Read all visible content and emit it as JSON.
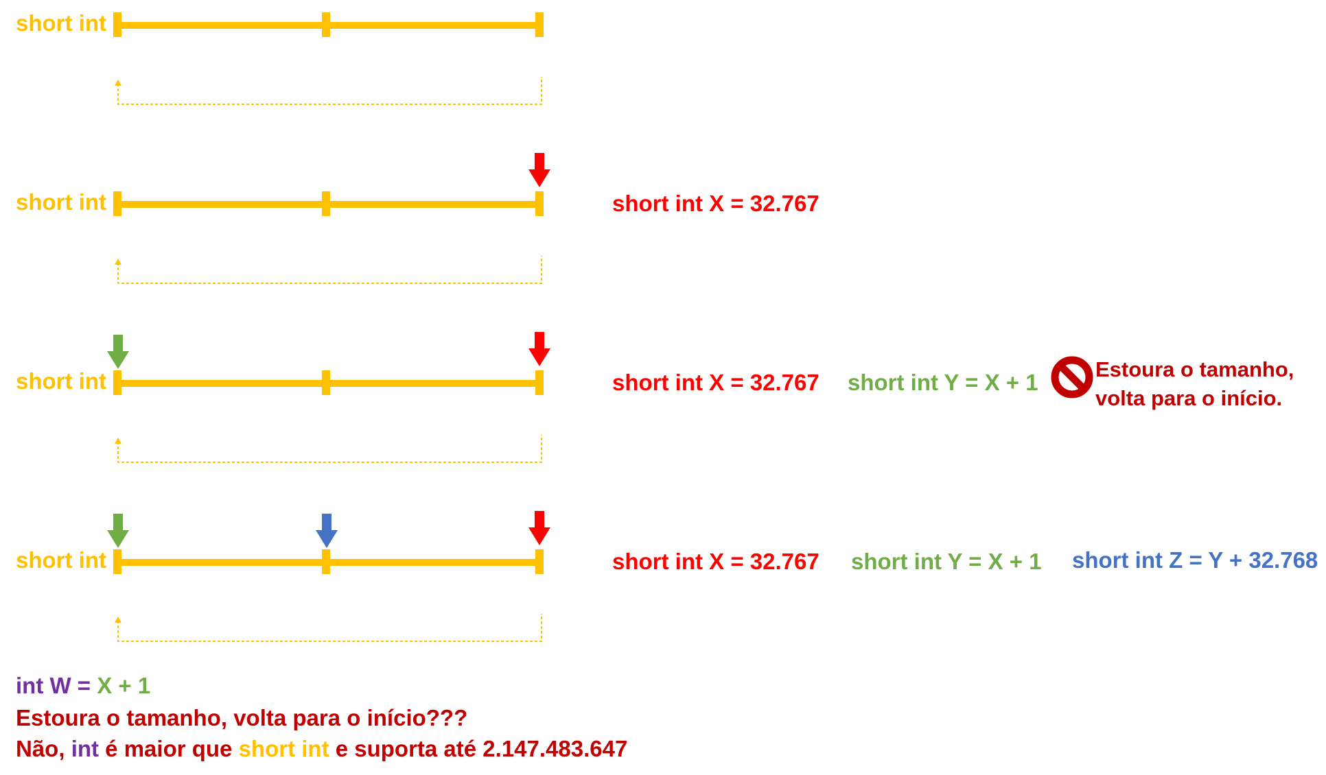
{
  "type_label": "short int",
  "rows": [
    {
      "label": "short int"
    },
    {
      "label": "short int",
      "expr_x": "short int X = 32.767"
    },
    {
      "label": "short int",
      "expr_x": "short int X = 32.767",
      "expr_y": "short int Y = X + 1",
      "note_line1": "Estoura o tamanho,",
      "note_line2": "volta para o início."
    },
    {
      "label": "short int",
      "expr_x": "short int X = 32.767",
      "expr_y": "short int Y = X + 1",
      "expr_z": "short int Z = Y + 32.768"
    }
  ],
  "footer": {
    "w_prefix": "int W = ",
    "w_expr": "X + 1",
    "question": "Estoura o tamanho, volta para o início???",
    "answer_part1": "Não, ",
    "answer_int": "int",
    "answer_part2": " é maior que ",
    "answer_short": "short int",
    "answer_part3": " e suporta até 2.147.483.647"
  },
  "colors": {
    "line": "#ffc000",
    "x_marker": "#ff0000",
    "y_marker": "#70ad47",
    "z_marker": "#4472c4",
    "stop_icon": "#c00000"
  },
  "icons": [
    "red-arrow-down-icon",
    "green-arrow-down-icon",
    "blue-arrow-down-icon",
    "stop-icon"
  ]
}
